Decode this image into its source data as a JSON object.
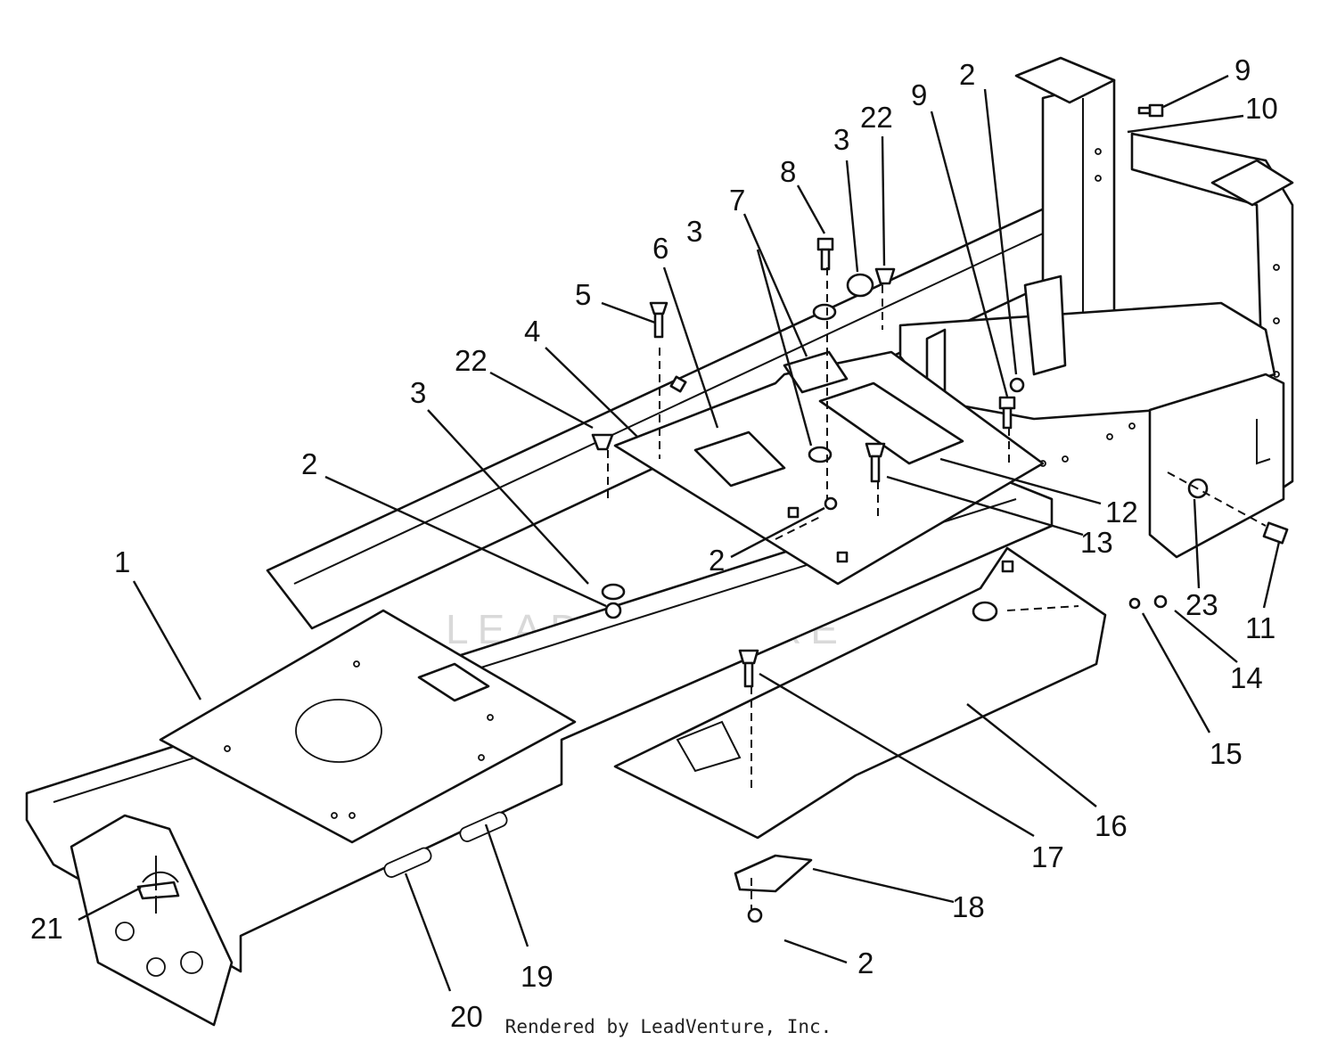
{
  "watermark": "LEADVENTURE",
  "credit": "Rendered by LeadVenture, Inc.",
  "callouts": [
    {
      "id": "c1",
      "label": "1"
    },
    {
      "id": "c2a",
      "label": "2"
    },
    {
      "id": "c2b",
      "label": "2"
    },
    {
      "id": "c2c",
      "label": "2"
    },
    {
      "id": "c2d",
      "label": "2"
    },
    {
      "id": "c3a",
      "label": "3"
    },
    {
      "id": "c3b",
      "label": "3"
    },
    {
      "id": "c3c",
      "label": "3"
    },
    {
      "id": "c4",
      "label": "4"
    },
    {
      "id": "c5",
      "label": "5"
    },
    {
      "id": "c6",
      "label": "6"
    },
    {
      "id": "c7",
      "label": "7"
    },
    {
      "id": "c8",
      "label": "8"
    },
    {
      "id": "c9a",
      "label": "9"
    },
    {
      "id": "c9b",
      "label": "9"
    },
    {
      "id": "c10",
      "label": "10"
    },
    {
      "id": "c11",
      "label": "11"
    },
    {
      "id": "c12",
      "label": "12"
    },
    {
      "id": "c13",
      "label": "13"
    },
    {
      "id": "c14",
      "label": "14"
    },
    {
      "id": "c15",
      "label": "15"
    },
    {
      "id": "c16",
      "label": "16"
    },
    {
      "id": "c17",
      "label": "17"
    },
    {
      "id": "c18",
      "label": "18"
    },
    {
      "id": "c19",
      "label": "19"
    },
    {
      "id": "c20",
      "label": "20"
    },
    {
      "id": "c21",
      "label": "21"
    },
    {
      "id": "c22a",
      "label": "22"
    },
    {
      "id": "c22b",
      "label": "22"
    },
    {
      "id": "c23",
      "label": "23"
    }
  ]
}
